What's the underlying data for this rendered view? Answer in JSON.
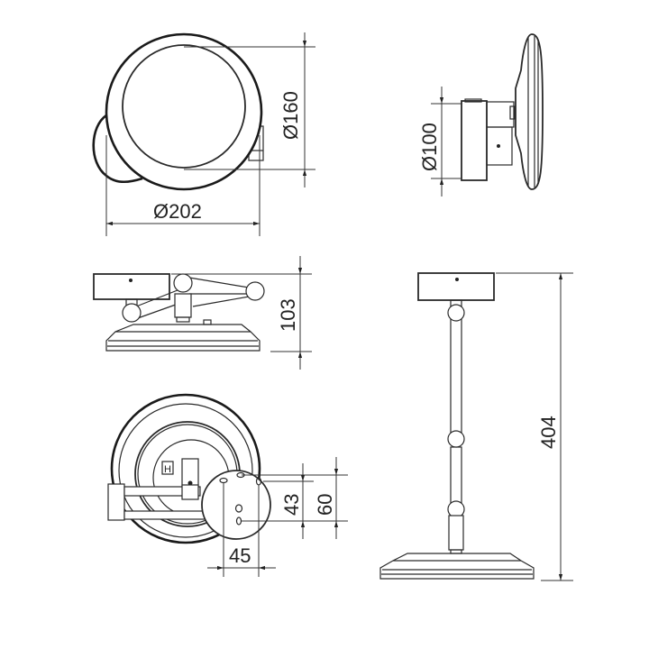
{
  "drawing": {
    "subject": "Wall-mounted extendable cosmetic mirror",
    "units": "mm",
    "views": [
      {
        "id": "front-view",
        "name": "Front view (mirror face)"
      },
      {
        "id": "side-view",
        "name": "Side view (wall plate)"
      },
      {
        "id": "top-view",
        "name": "Top view (folded arm)"
      },
      {
        "id": "extended-view",
        "name": "Extended arm view"
      },
      {
        "id": "mount-view",
        "name": "Wall mount hole pattern"
      }
    ],
    "dimensions": {
      "mirror_diameter": "Ø160",
      "outer_diameter": "Ø202",
      "wall_plate_diameter": "Ø100",
      "folded_depth": "103",
      "extended_length": "404",
      "hole_spacing_vertical_inner": "43",
      "hole_spacing_vertical_outer": "60",
      "hole_spacing_horizontal": "45"
    },
    "labels": {
      "d160": "Ø160",
      "d202": "Ø202",
      "d100": "Ø100",
      "l103": "103",
      "l404": "404",
      "l43": "43",
      "l60": "60",
      "l45": "45",
      "switch_mark": "H"
    }
  }
}
